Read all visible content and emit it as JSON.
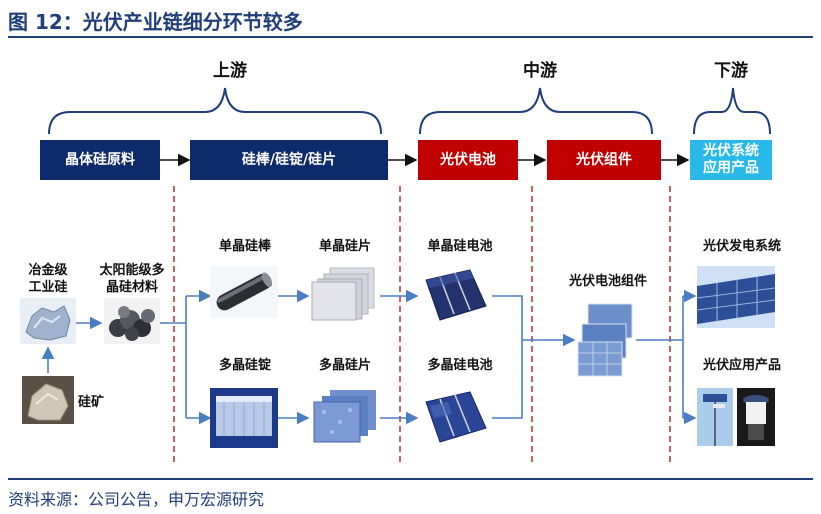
{
  "header": {
    "title": "图 12：光伏产业链细分环节较多"
  },
  "stages": {
    "upstream": "上游",
    "midstream": "中游",
    "downstream": "下游"
  },
  "boxes": {
    "polysilicon_raw": "晶体硅原料",
    "rod_ingot_wafer": "硅棒/硅锭/硅片",
    "pv_cell": "光伏电池",
    "pv_module": "光伏组件",
    "pv_system_line1": "光伏系统",
    "pv_system_line2": "应用产品"
  },
  "items": {
    "metallurgical_si_line1": "冶金级",
    "metallurgical_si_line2": "工业硅",
    "solar_grade_line1": "太阳能级多",
    "solar_grade_line2": "晶硅材料",
    "silica_ore": "硅矿",
    "mono_rod": "单晶硅棒",
    "mono_wafer": "单晶硅片",
    "mono_cell": "单晶硅电池",
    "multi_ingot": "多晶硅锭",
    "multi_wafer": "多晶硅片",
    "multi_cell": "多晶硅电池",
    "module": "光伏电池组件",
    "power_system": "光伏发电系统",
    "application": "光伏应用产品"
  },
  "footer": {
    "source": "资料来源：公司公告，申万宏源研究"
  },
  "colors": {
    "navy": "#0d2a6b",
    "red": "#c00000",
    "sky": "#29b8ea",
    "divider": "#b22222",
    "flow_arrow": "#4a7ec2"
  }
}
